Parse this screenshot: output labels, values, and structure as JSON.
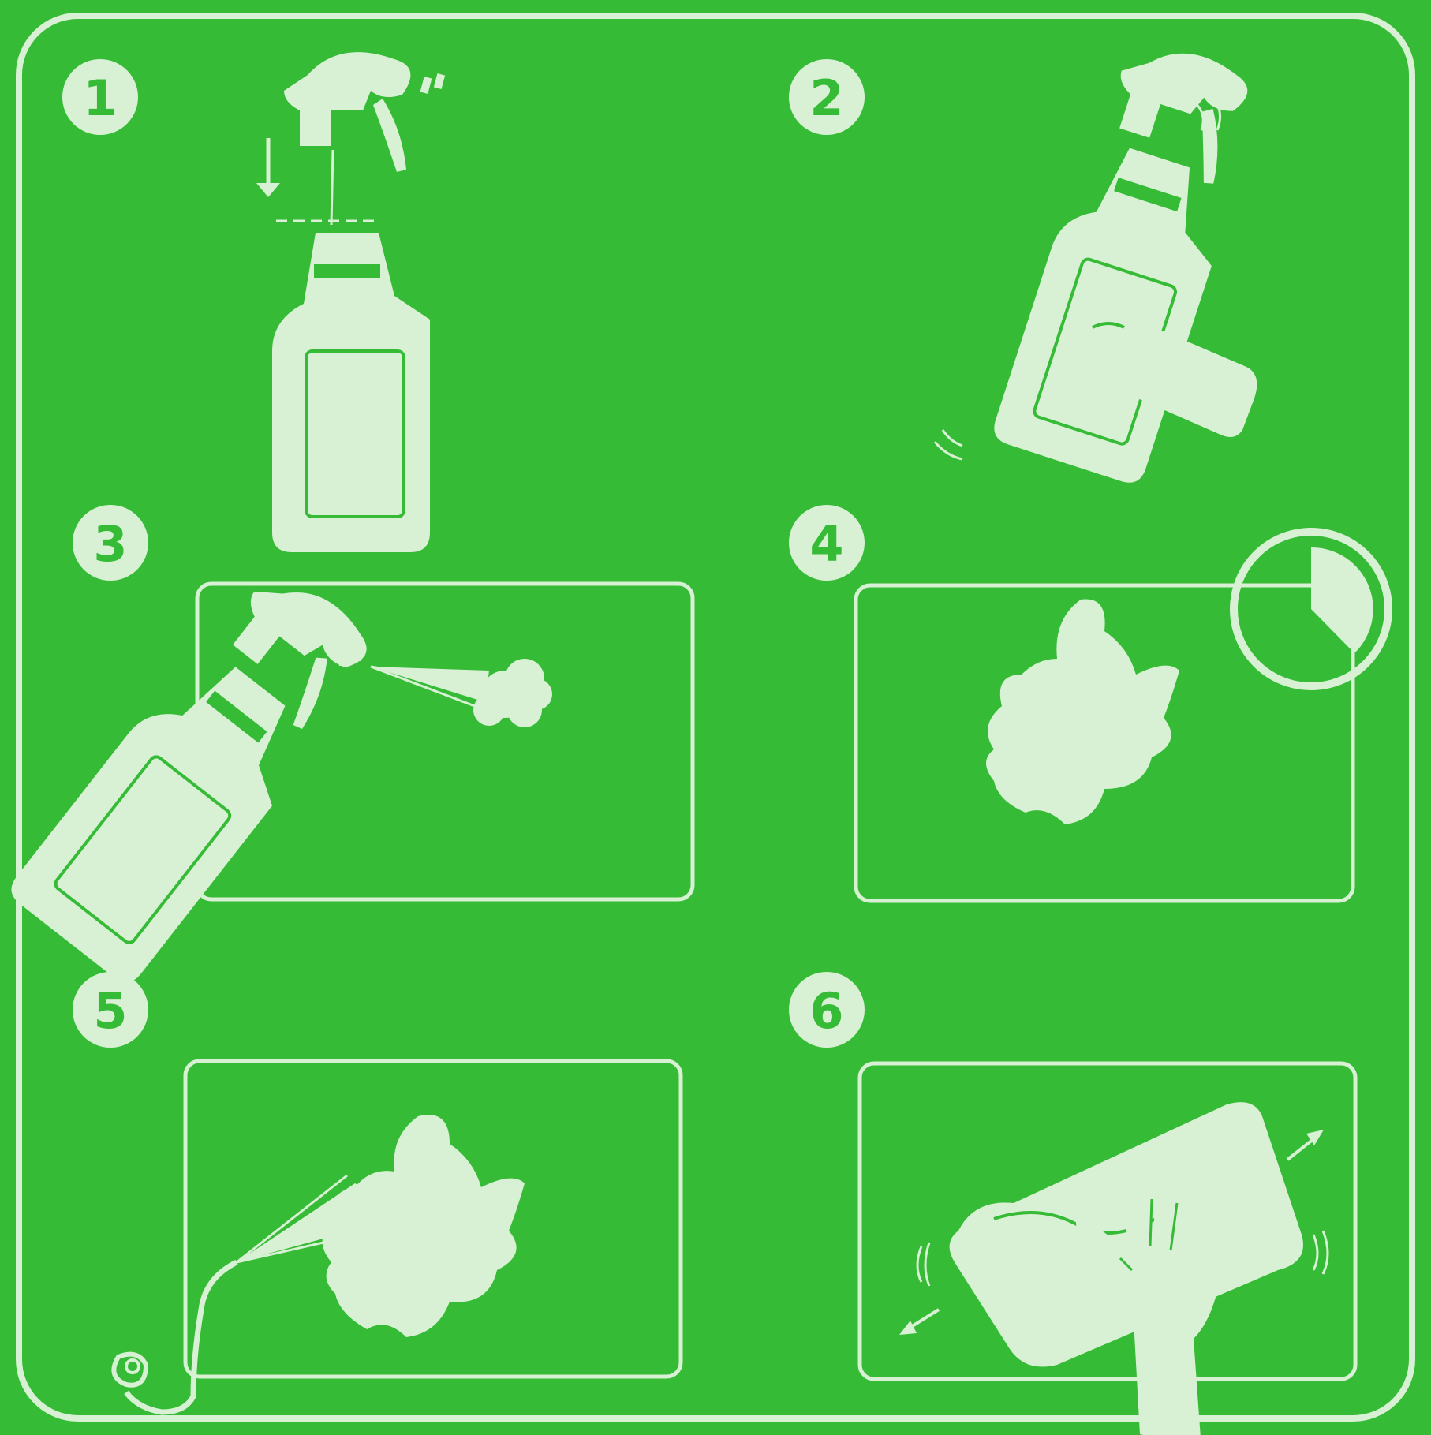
{
  "colors": {
    "background": "#35bb35",
    "foreground": "#d8f0d4"
  },
  "steps": [
    {
      "number": "1",
      "icon": "unscrew-nozzle-icon"
    },
    {
      "number": "2",
      "icon": "shake-bottle-icon"
    },
    {
      "number": "3",
      "icon": "spray-surface-icon"
    },
    {
      "number": "4",
      "icon": "wait-timer-icon"
    },
    {
      "number": "5",
      "icon": "rinse-hose-icon"
    },
    {
      "number": "6",
      "icon": "wipe-cloth-icon"
    }
  ]
}
